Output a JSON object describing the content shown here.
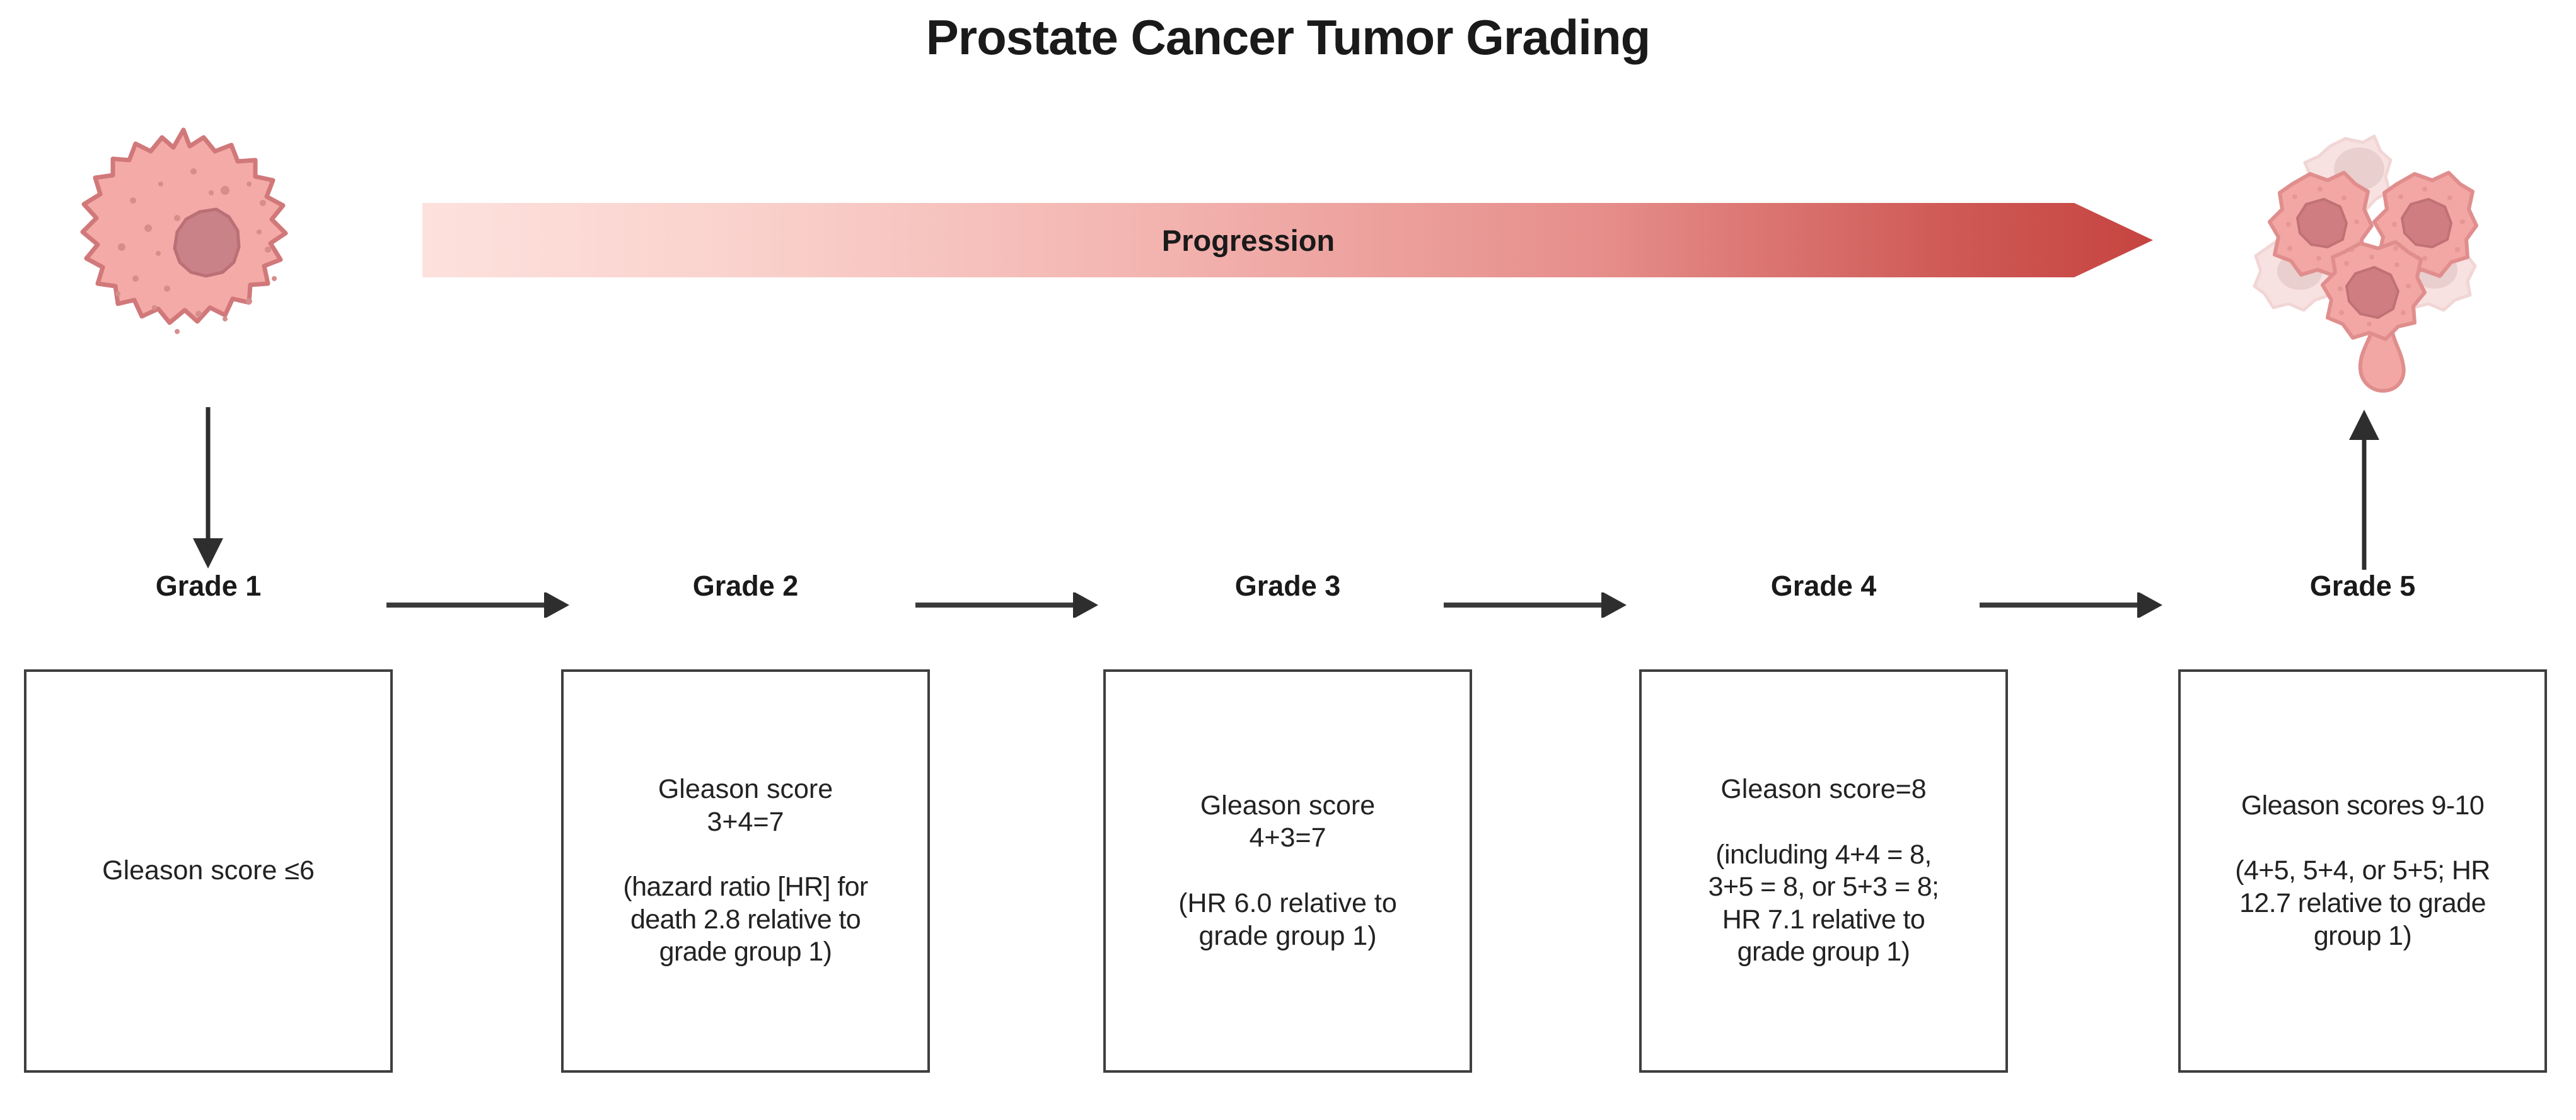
{
  "title": "Prostate Cancer Tumor Grading",
  "progression": {
    "label": "Progression",
    "gradient_start": "#fcdcd8",
    "gradient_end": "#c64441"
  },
  "illustrations": {
    "left": {
      "name": "single-tumor-cell",
      "cell_fill": "#f4aaa7",
      "cell_stroke": "#d1787a",
      "nucleus_fill": "#c98287"
    },
    "right": {
      "name": "tumor-cell-cluster",
      "cell_fill": "#f2a7a4",
      "cell_stroke": "#e08e8d",
      "nucleus_fill": "#cf7d80",
      "faded_fill": "#f4cbc9"
    }
  },
  "grades": [
    {
      "label": "Grade 1",
      "lines": [
        "Gleason score ≤6"
      ],
      "note": ""
    },
    {
      "label": "Grade 2",
      "lines": [
        "Gleason score\n3+4=7"
      ],
      "note": "(hazard ratio [HR] for\ndeath 2.8 relative to\ngrade group 1)"
    },
    {
      "label": "Grade 3",
      "lines": [
        "Gleason score\n4+3=7"
      ],
      "note": "(HR 6.0 relative to\ngrade group 1)"
    },
    {
      "label": "Grade 4",
      "lines": [
        "Gleason score=8"
      ],
      "note": "(including 4+4 = 8,\n3+5 = 8, or 5+3 = 8;\nHR 7.1 relative to\ngrade group 1)"
    },
    {
      "label": "Grade 5",
      "lines": [
        "Gleason scores 9-10"
      ],
      "note": "(4+5, 5+4, or 5+5; HR\n12.7 relative to grade\ngroup 1)"
    }
  ],
  "colors": {
    "text": "#1a1a1a",
    "box_border": "#3f3f3f",
    "arrow": "#2e2e2e",
    "background": "#ffffff"
  }
}
